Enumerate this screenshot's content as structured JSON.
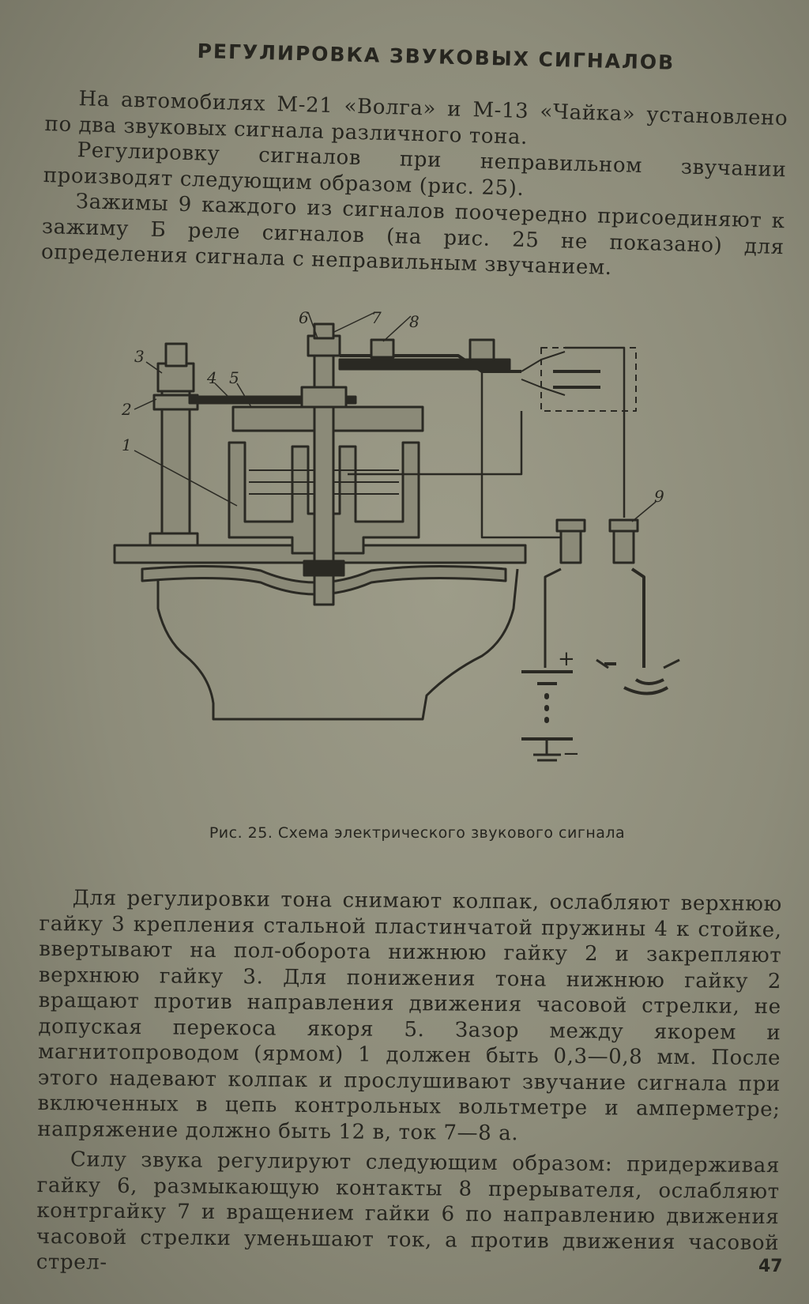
{
  "heading": "РЕГУЛИРОВКА ЗВУКОВЫХ СИГНАЛОВ",
  "intro_paragraphs": [
    "На автомобилях М-21 «Волга» и М-13 «Чайка» установлено по два звуковых сигнала различного тона.",
    "Регулировку сигналов при неправильном звучании производят следующим образом (рис. 25).",
    "Зажимы 9 каждого из сигналов поочередно присоединяют к зажиму Б реле сигналов (на рис. 25 не показано) для определения сигнала с неправильным звучанием."
  ],
  "figure": {
    "labels": [
      "1",
      "2",
      "3",
      "4",
      "5",
      "6",
      "7",
      "8",
      "9"
    ],
    "plus_sign": "+",
    "minus_sign": "−",
    "caption": "Рис. 25. Схема электрического звукового сигнала"
  },
  "body_paragraphs": [
    "Для регулировки тона снимают колпак, ослабляют верхнюю гайку 3 крепления стальной пластинчатой пружины 4 к стойке, ввертывают на пол-оборота нижнюю гайку 2 и закрепляют верхнюю гайку 3. Для понижения тона нижнюю гайку 2 вращают против направления движения часовой стрелки, не допуская перекоса якоря 5. Зазор между якорем и магнитопроводом (ярмом) 1 должен быть 0,3—0,8 мм. После этого надевают колпак и прослушивают звучание сигнала при включенных в цепь контрольных вольтметре и амперметре; напряжение должно быть 12 в, ток 7—8 а.",
    "Силу звука регулируют следующим образом: придерживая гайку 6, размыкающую контакты 8 прерывателя, ослабляют контргайку 7 и вращением гайки 6 по направлению движения часовой стрелки уменьшают ток, а против движения часовой стрел-"
  ],
  "page_number": "47"
}
